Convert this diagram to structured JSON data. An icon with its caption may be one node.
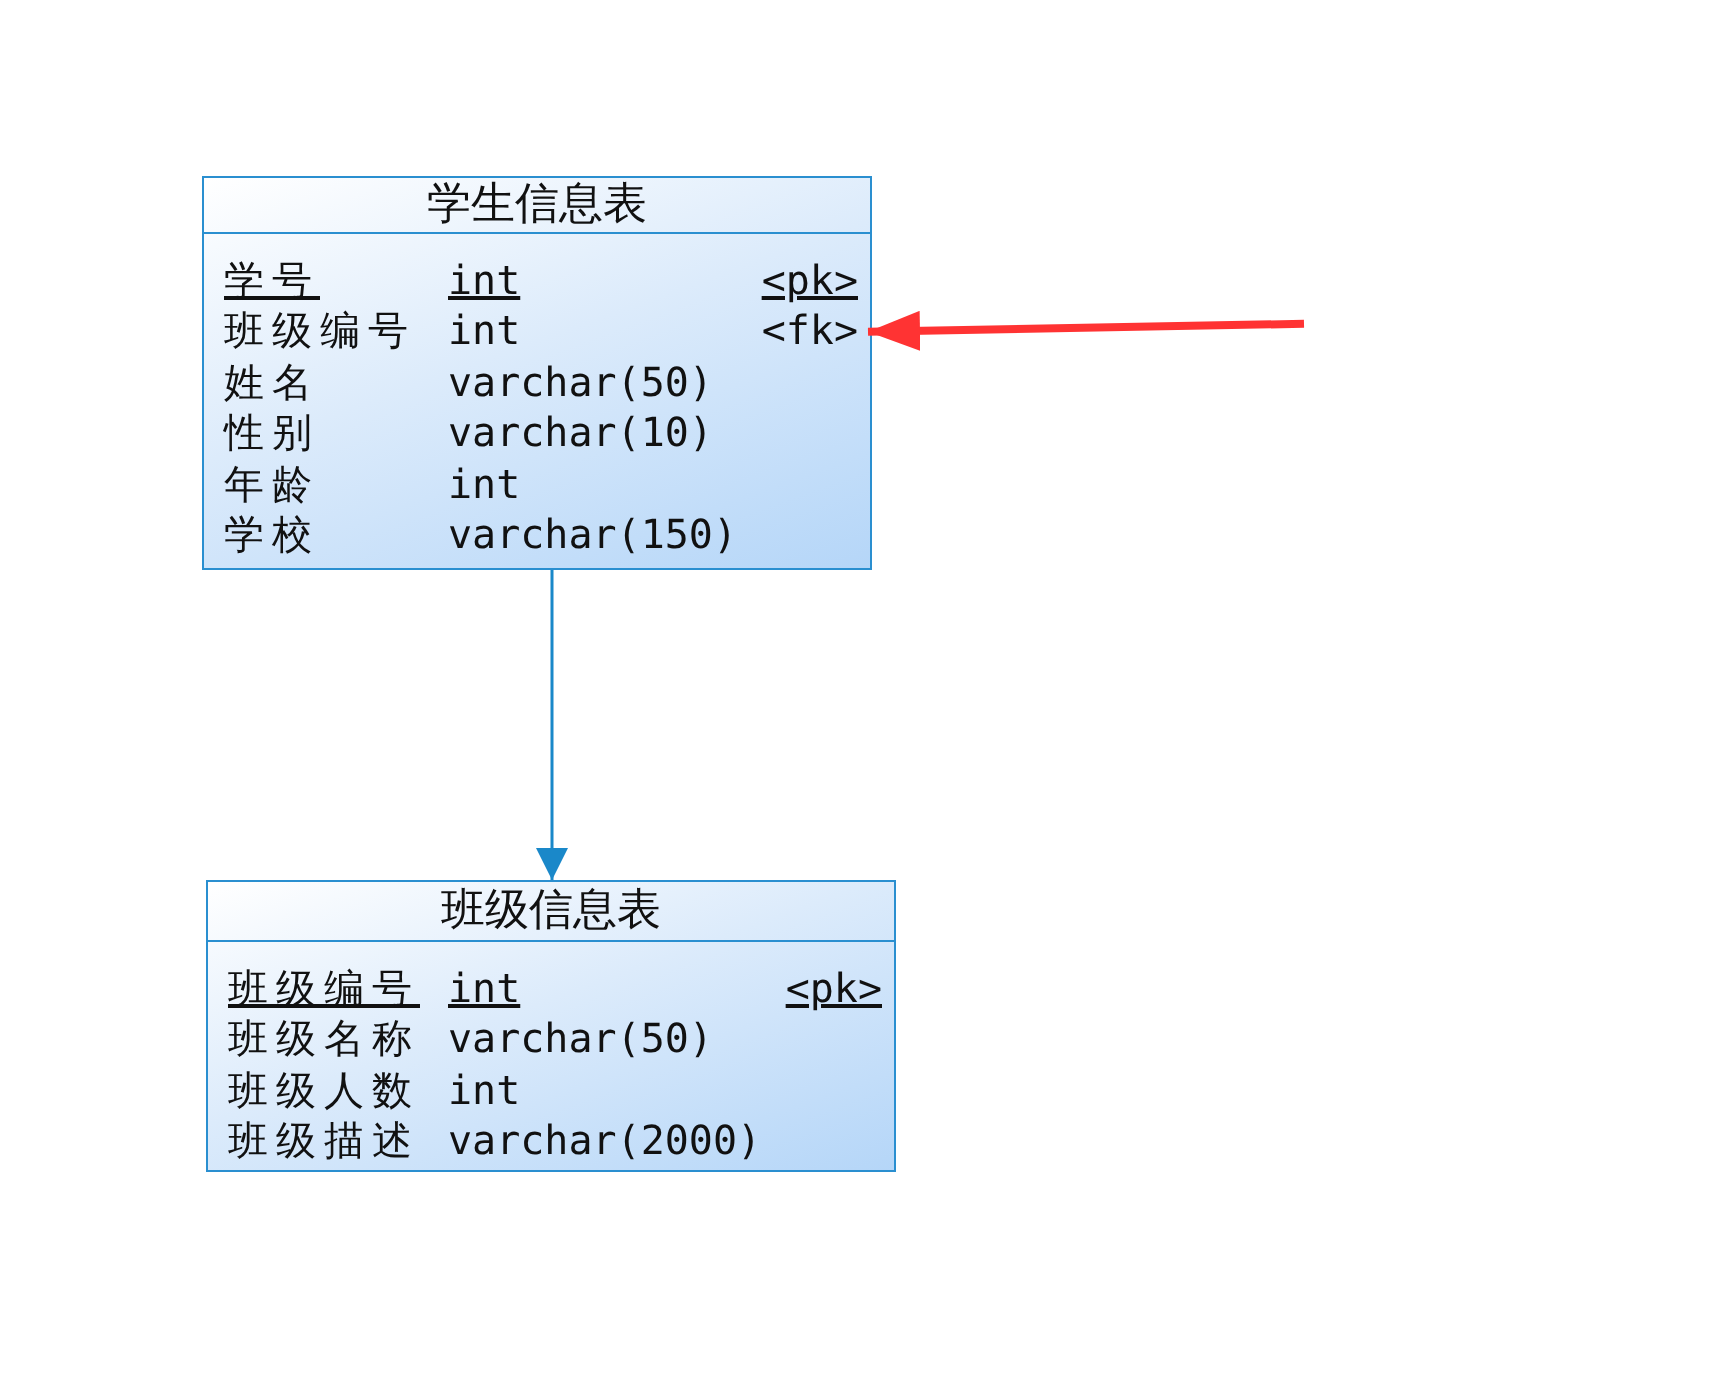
{
  "diagram": {
    "nodes": [
      {
        "text": [
          "学生信息表"
        ]
      },
      {
        "text": [
          "学号",
          "int",
          "<pk>"
        ],
        "in": 0
      },
      {
        "text": [
          "班级编号",
          "int",
          "<fk>"
        ],
        "in": 0
      },
      {
        "text": [
          "姓名",
          "varchar(50)"
        ],
        "in": 0
      },
      {
        "text": [
          "性别",
          "varchar(10)"
        ],
        "in": 0
      },
      {
        "text": [
          "年龄",
          "int"
        ],
        "in": 0
      },
      {
        "text": [
          "学校",
          "varchar(150)"
        ],
        "in": 0
      },
      {
        "text": [
          "班级信息表"
        ]
      },
      {
        "text": [
          "班级编号",
          "int",
          "<pk>"
        ],
        "in": 7
      },
      {
        "text": [
          "班级名称",
          "varchar(50)"
        ],
        "in": 7
      },
      {
        "text": [
          "班级人数",
          "int"
        ],
        "in": 7
      },
      {
        "text": [
          "班级描述",
          "varchar(2000)"
        ],
        "in": 7
      }
    ],
    "edges": [
      {
        "from": 0,
        "to": 7,
        "arrow": "to"
      },
      {
        "from": null,
        "to": 2,
        "arrow": "to",
        "style": "thick",
        "color": "#ff3333"
      }
    ]
  }
}
